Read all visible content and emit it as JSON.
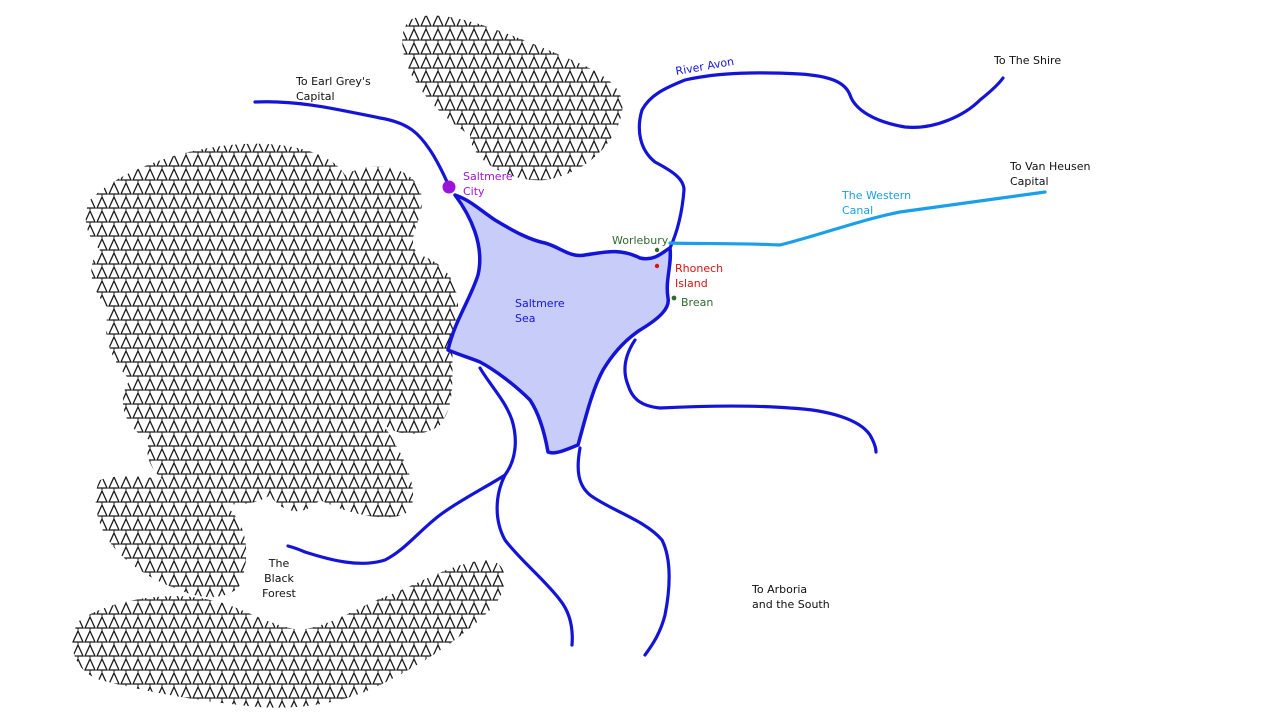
{
  "colors": {
    "river": "#1414d8",
    "canal": "#1aa0e8",
    "sea_fill": "#c8ccf8",
    "forest": "#1a1a1a",
    "city_marker": "#9b14d8",
    "town_marker": "#2e6b2e",
    "island_marker": "#e01010"
  },
  "icons": {
    "forest": "tree-pattern-icon",
    "city": "purple-dot-icon",
    "town": "green-dot-icon",
    "island": "red-dot-icon"
  },
  "labels": {
    "earl_grey": "To Earl Grey's\nCapital",
    "river_avon": "River Avon",
    "the_shire": "To The Shire",
    "van_heusen": "To Van Heusen\nCapital",
    "saltmere_city": "Saltmere\nCity",
    "western_canal": "The Western\nCanal",
    "worlebury": "Worlebury",
    "rhonech": "Rhonech\nIsland",
    "brean": "Brean",
    "saltmere_sea": "Saltmere\nSea",
    "black_forest": "The\nBlack\nForest",
    "arboria": "To Arboria\nand the South"
  }
}
